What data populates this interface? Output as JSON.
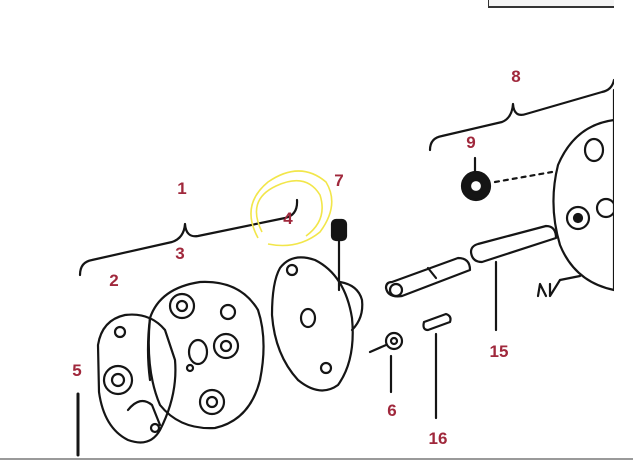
{
  "colors": {
    "label": "#a0283c",
    "ink": "#151515",
    "highlight": "#f2e64a"
  },
  "labels": {
    "l1": "1",
    "l2": "2",
    "l3": "3",
    "l4": "4",
    "l5": "5",
    "l6": "6",
    "l7": "7",
    "l8": "8",
    "l9": "9",
    "l15": "15",
    "l16": "16"
  }
}
